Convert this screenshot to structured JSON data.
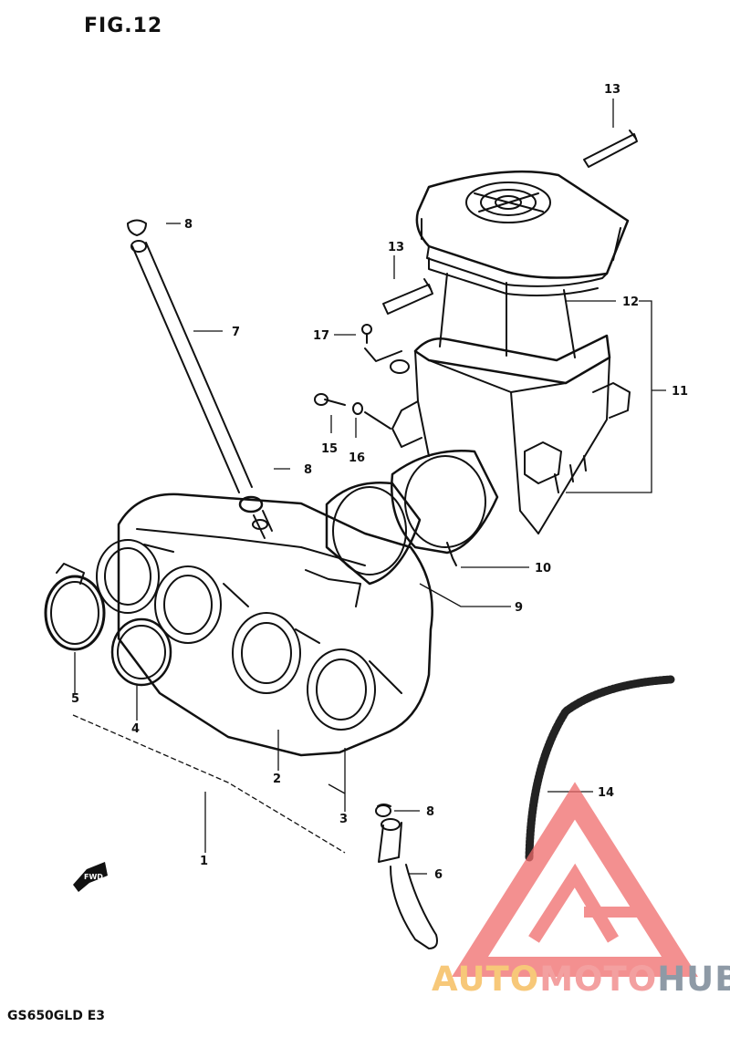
{
  "figure": {
    "title": "FIG.12",
    "model": "GS650GLD E3",
    "forward_marker": "FWD"
  },
  "callouts": [
    "1",
    "2",
    "3",
    "4",
    "5",
    "6",
    "7",
    "8",
    "8",
    "8",
    "9",
    "10",
    "11",
    "12",
    "13",
    "13",
    "14",
    "15",
    "16",
    "17"
  ],
  "watermark": {
    "part1": "AUTO",
    "part2": "MOTO",
    "part3": "HUB",
    "colors": {
      "auto": "#f7c879",
      "moto": "#f3a0a0",
      "hub": "#8e9aa6",
      "logo": "#ef6b6b"
    }
  }
}
